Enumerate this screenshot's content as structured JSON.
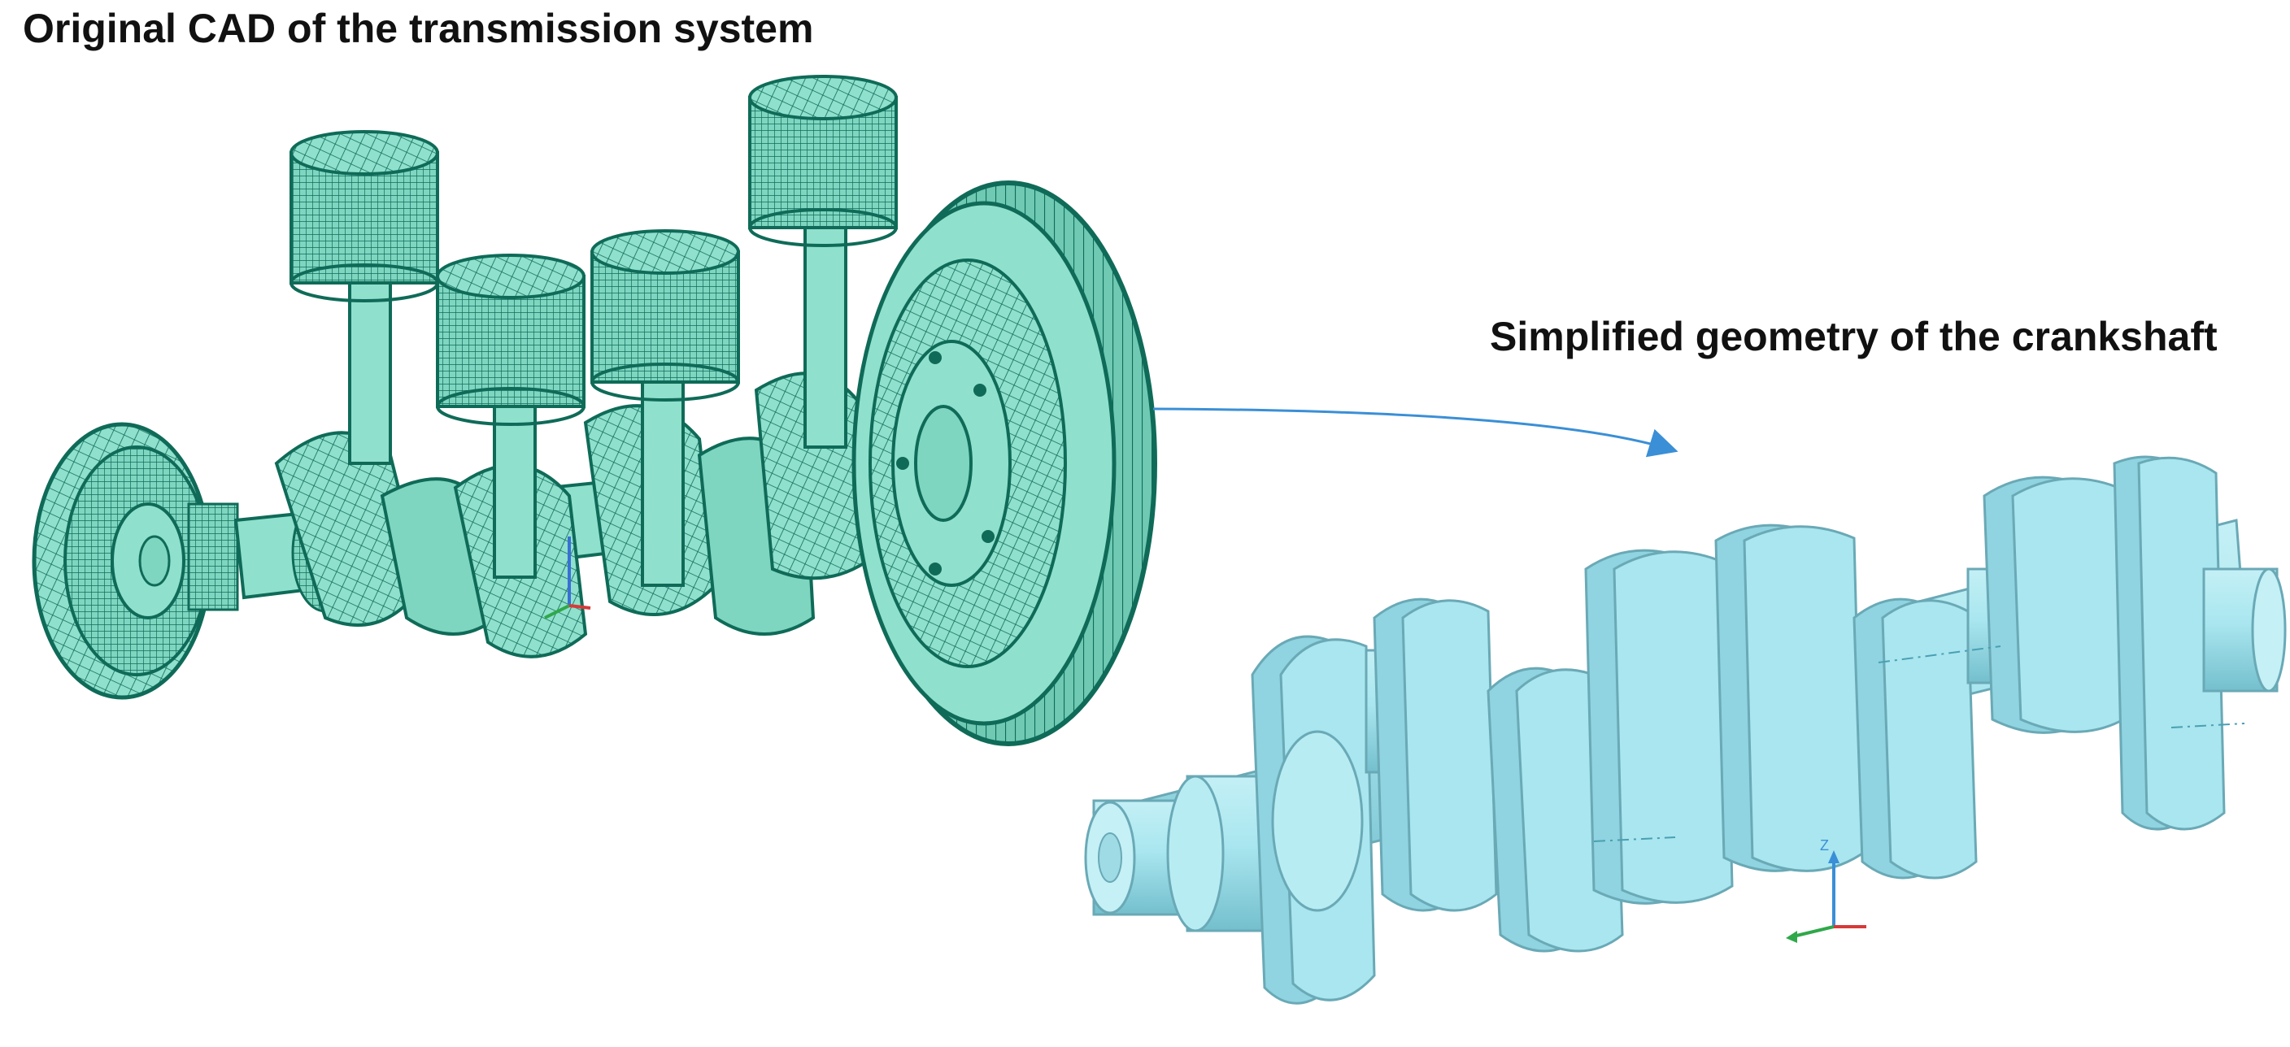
{
  "labels": {
    "left_title": "Original CAD of the transmission system",
    "right_title": "Simplified geometry of the crankshaft"
  },
  "axis_triad": {
    "z_label": "Z"
  },
  "colors": {
    "cad_fill": "#8fe0cc",
    "cad_line": "#0f6b58",
    "cad_dark": "#1f8a72",
    "crank_fill": "#a9e6ef",
    "crank_mid": "#8fd4e0",
    "crank_dark": "#6fbccb",
    "crank_line": "#6aa9b6",
    "arrow": "#3a8fd6"
  },
  "icons": [
    "original-cad-assembly",
    "simplified-crankshaft-model",
    "transition-arrow",
    "axis-triad"
  ]
}
